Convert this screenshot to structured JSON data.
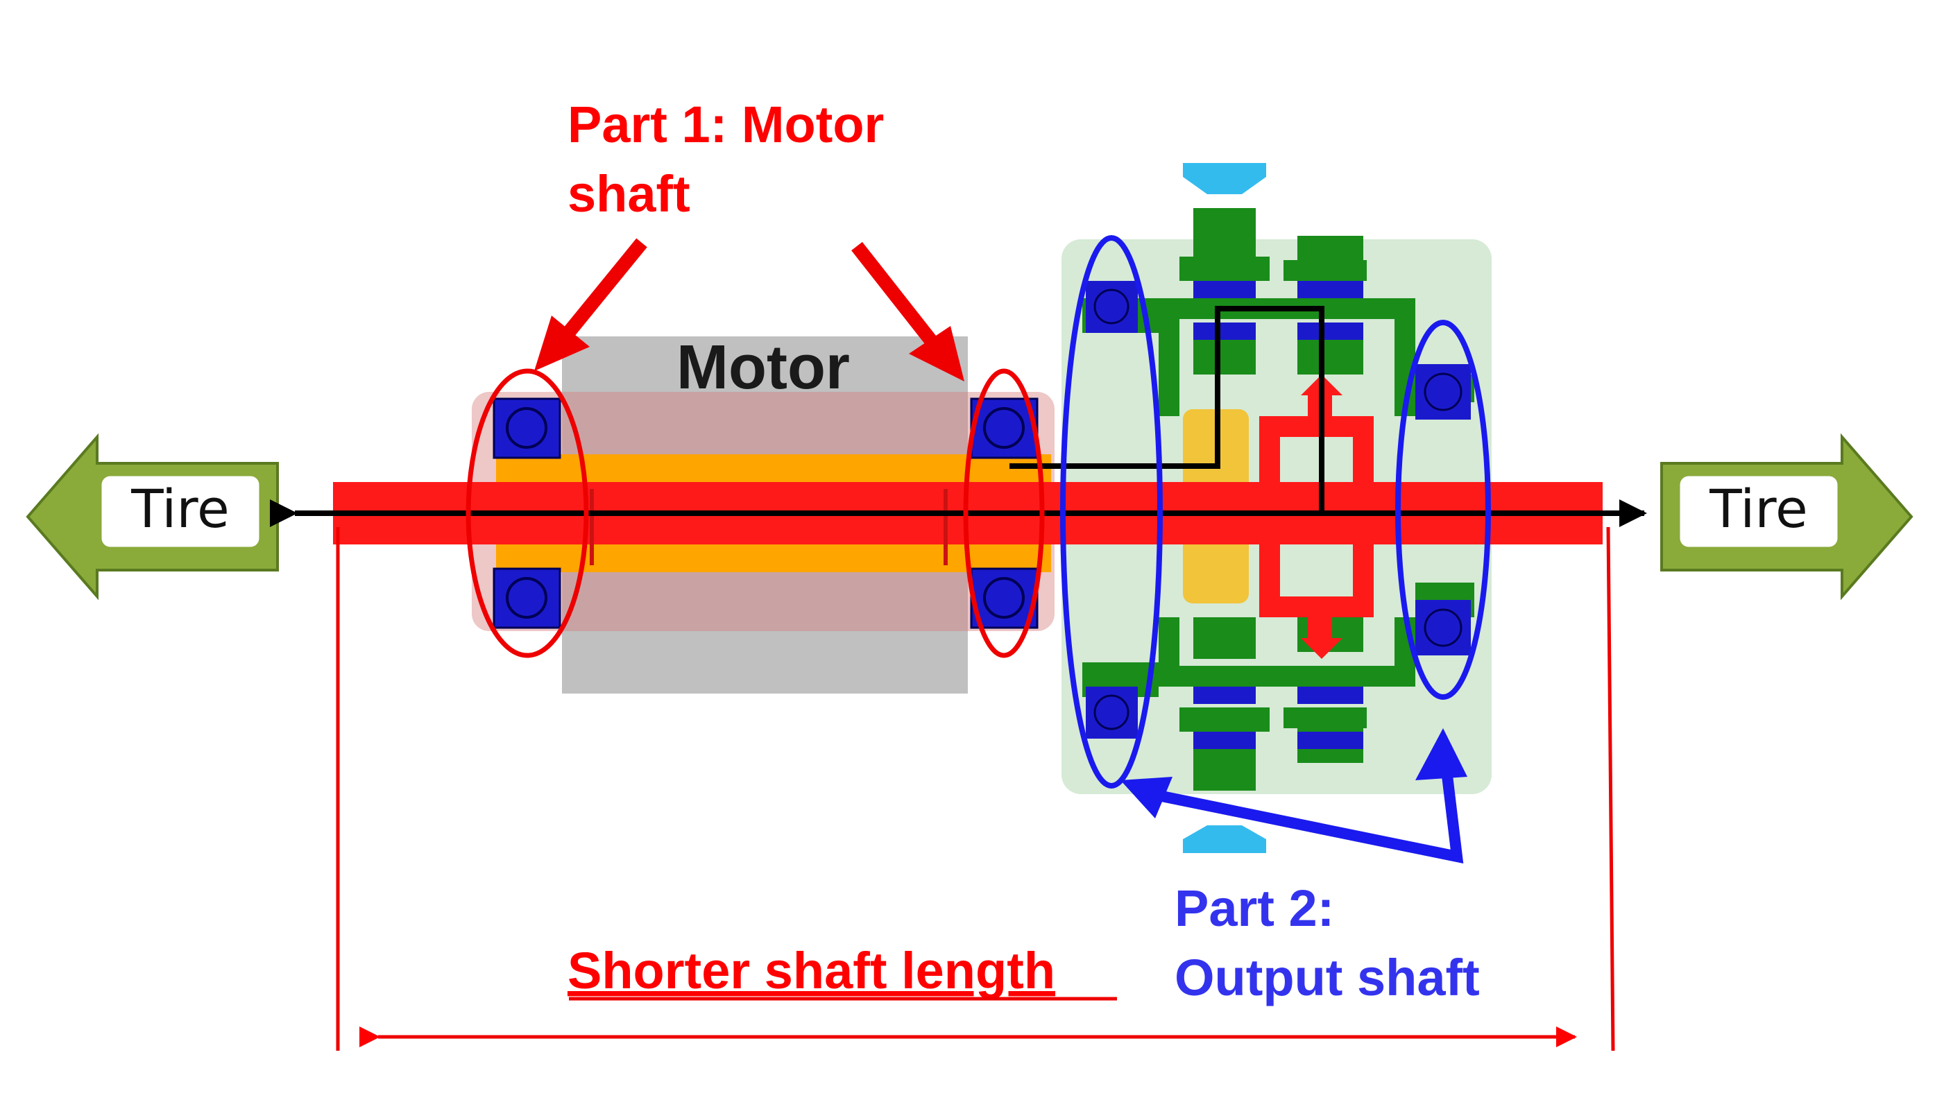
{
  "labels": {
    "part1_line1": "Part 1: Motor",
    "part1_line2": "shaft",
    "motor": "Motor",
    "tire_left": "Tire",
    "tire_right": "Tire",
    "part2_line1": "Part 2:",
    "part2_line2": "Output shaft",
    "shaft_length": "Shorter shaft length"
  },
  "colors": {
    "shaft": "#ff1a1a",
    "rotor": "#ffa500",
    "motor_body": "#c0c0c0",
    "motor_overlay": "#e8b0b0",
    "bearing": "#1a1acc",
    "gear": "#1a8c1a",
    "gearbox_bg": "#d6ead6",
    "tire_arrow": "#8aaa3a",
    "ring_part1": "#ee0000",
    "ring_part2": "#1a1aee",
    "cap": "#33bbee",
    "carrier": "#f2c43a"
  }
}
